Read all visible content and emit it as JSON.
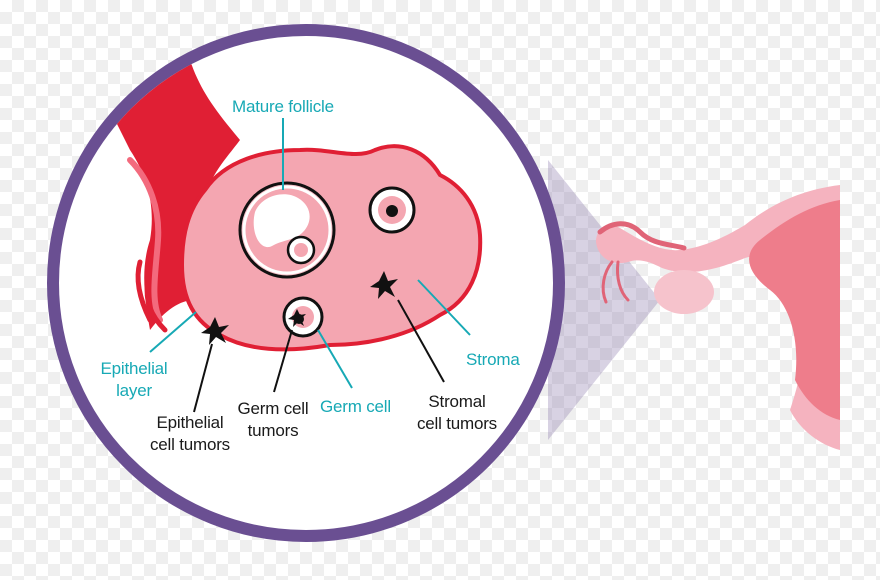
{
  "labels": {
    "mature_follicle": "Mature follicle",
    "epithelial_layer": [
      "Epithelial",
      "layer"
    ],
    "epithelial_cell_tumors": [
      "Epithelial",
      "cell tumors"
    ],
    "germ_cell_tumors": [
      "Germ cell",
      "tumors"
    ],
    "germ_cell": "Germ cell",
    "stromal_cell_tumors": [
      "Stromal",
      "cell tumors"
    ],
    "stroma": "Stroma"
  },
  "colors": {
    "ring": "#6a4f92",
    "ovary_fill": "#f4a6b1",
    "ovary_outline": "#e01f34",
    "vessel": "#e01f34",
    "label_teal": "#17a9b5",
    "label_dark": "#1a1a1a",
    "uterus_pink": "#f29aa8"
  }
}
